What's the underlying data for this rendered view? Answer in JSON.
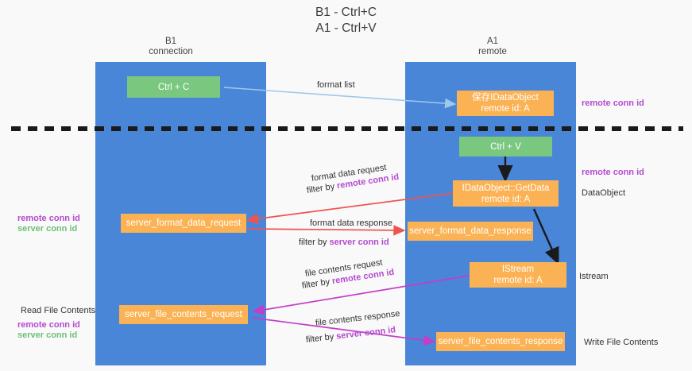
{
  "heading": "B1 - Ctrl+C\nA1 - Ctrl+V",
  "lanes": [
    {
      "id": "b1",
      "title": "B1\nconnection"
    },
    {
      "id": "a1",
      "title": "A1\nremote"
    }
  ],
  "nodes": {
    "ctrl_c": {
      "line1": "Ctrl + C",
      "line2": ""
    },
    "save_idataobject": {
      "line1": "保存IDataObject",
      "line2": "remote id: A"
    },
    "ctrl_v": {
      "line1": "Ctrl + V",
      "line2": ""
    },
    "getdata": {
      "line1": "IDataObject::GetData",
      "line2": "remote id: A"
    },
    "fmt_req": {
      "line1": "server_format_data_request",
      "line2": ""
    },
    "fmt_resp": {
      "line1": "server_format_data_response",
      "line2": ""
    },
    "istream": {
      "line1": "IStream",
      "line2": "remote id: A"
    },
    "file_req": {
      "line1": "server_file_contents_request",
      "line2": ""
    },
    "file_resp": {
      "line1": "server_file_contents_response",
      "line2": ""
    }
  },
  "edge_labels": {
    "format_list": "format list",
    "format_data_request": "format data request",
    "format_data_request_filter_prefix": "filter by ",
    "format_data_request_filter_key": "remote conn id",
    "format_data_response": "format data response",
    "format_data_response_filter_prefix": "filter by ",
    "format_data_response_filter_key": "server conn id",
    "file_contents_request": "file contents request",
    "file_contents_request_filter_prefix": "filter by ",
    "file_contents_request_filter_key": "remote conn id",
    "file_contents_response": "file contents response",
    "file_contents_response_filter_prefix": "filter by ",
    "file_contents_response_filter_key": "server conn id"
  },
  "annotations": {
    "right_remote_conn_id_top": "remote conn id",
    "right_remote_conn_id_mid": "remote conn id",
    "right_dataobject": "DataObject",
    "right_istream": "Istream",
    "right_write_file_contents": "Write File Contents",
    "left_read_file_contents": "Read File Contents",
    "left_remote_conn_id_mid": "remote conn id",
    "left_server_conn_id_mid": "server conn id",
    "left_remote_conn_id_bottom": "remote conn id",
    "left_server_conn_id_bottom": "server conn id"
  },
  "colors": {
    "lane": "#4a86d8",
    "node_green": "#7ac77f",
    "node_orange": "#fbb254",
    "arrow_blue": "#9ec8ea",
    "arrow_black": "#1a1a1a",
    "arrow_red": "#ef5350",
    "arrow_magenta": "#c23ec6",
    "key_purple": "#b44ad0",
    "key_green": "#6ebf7a",
    "background": "#f9f9f9"
  }
}
